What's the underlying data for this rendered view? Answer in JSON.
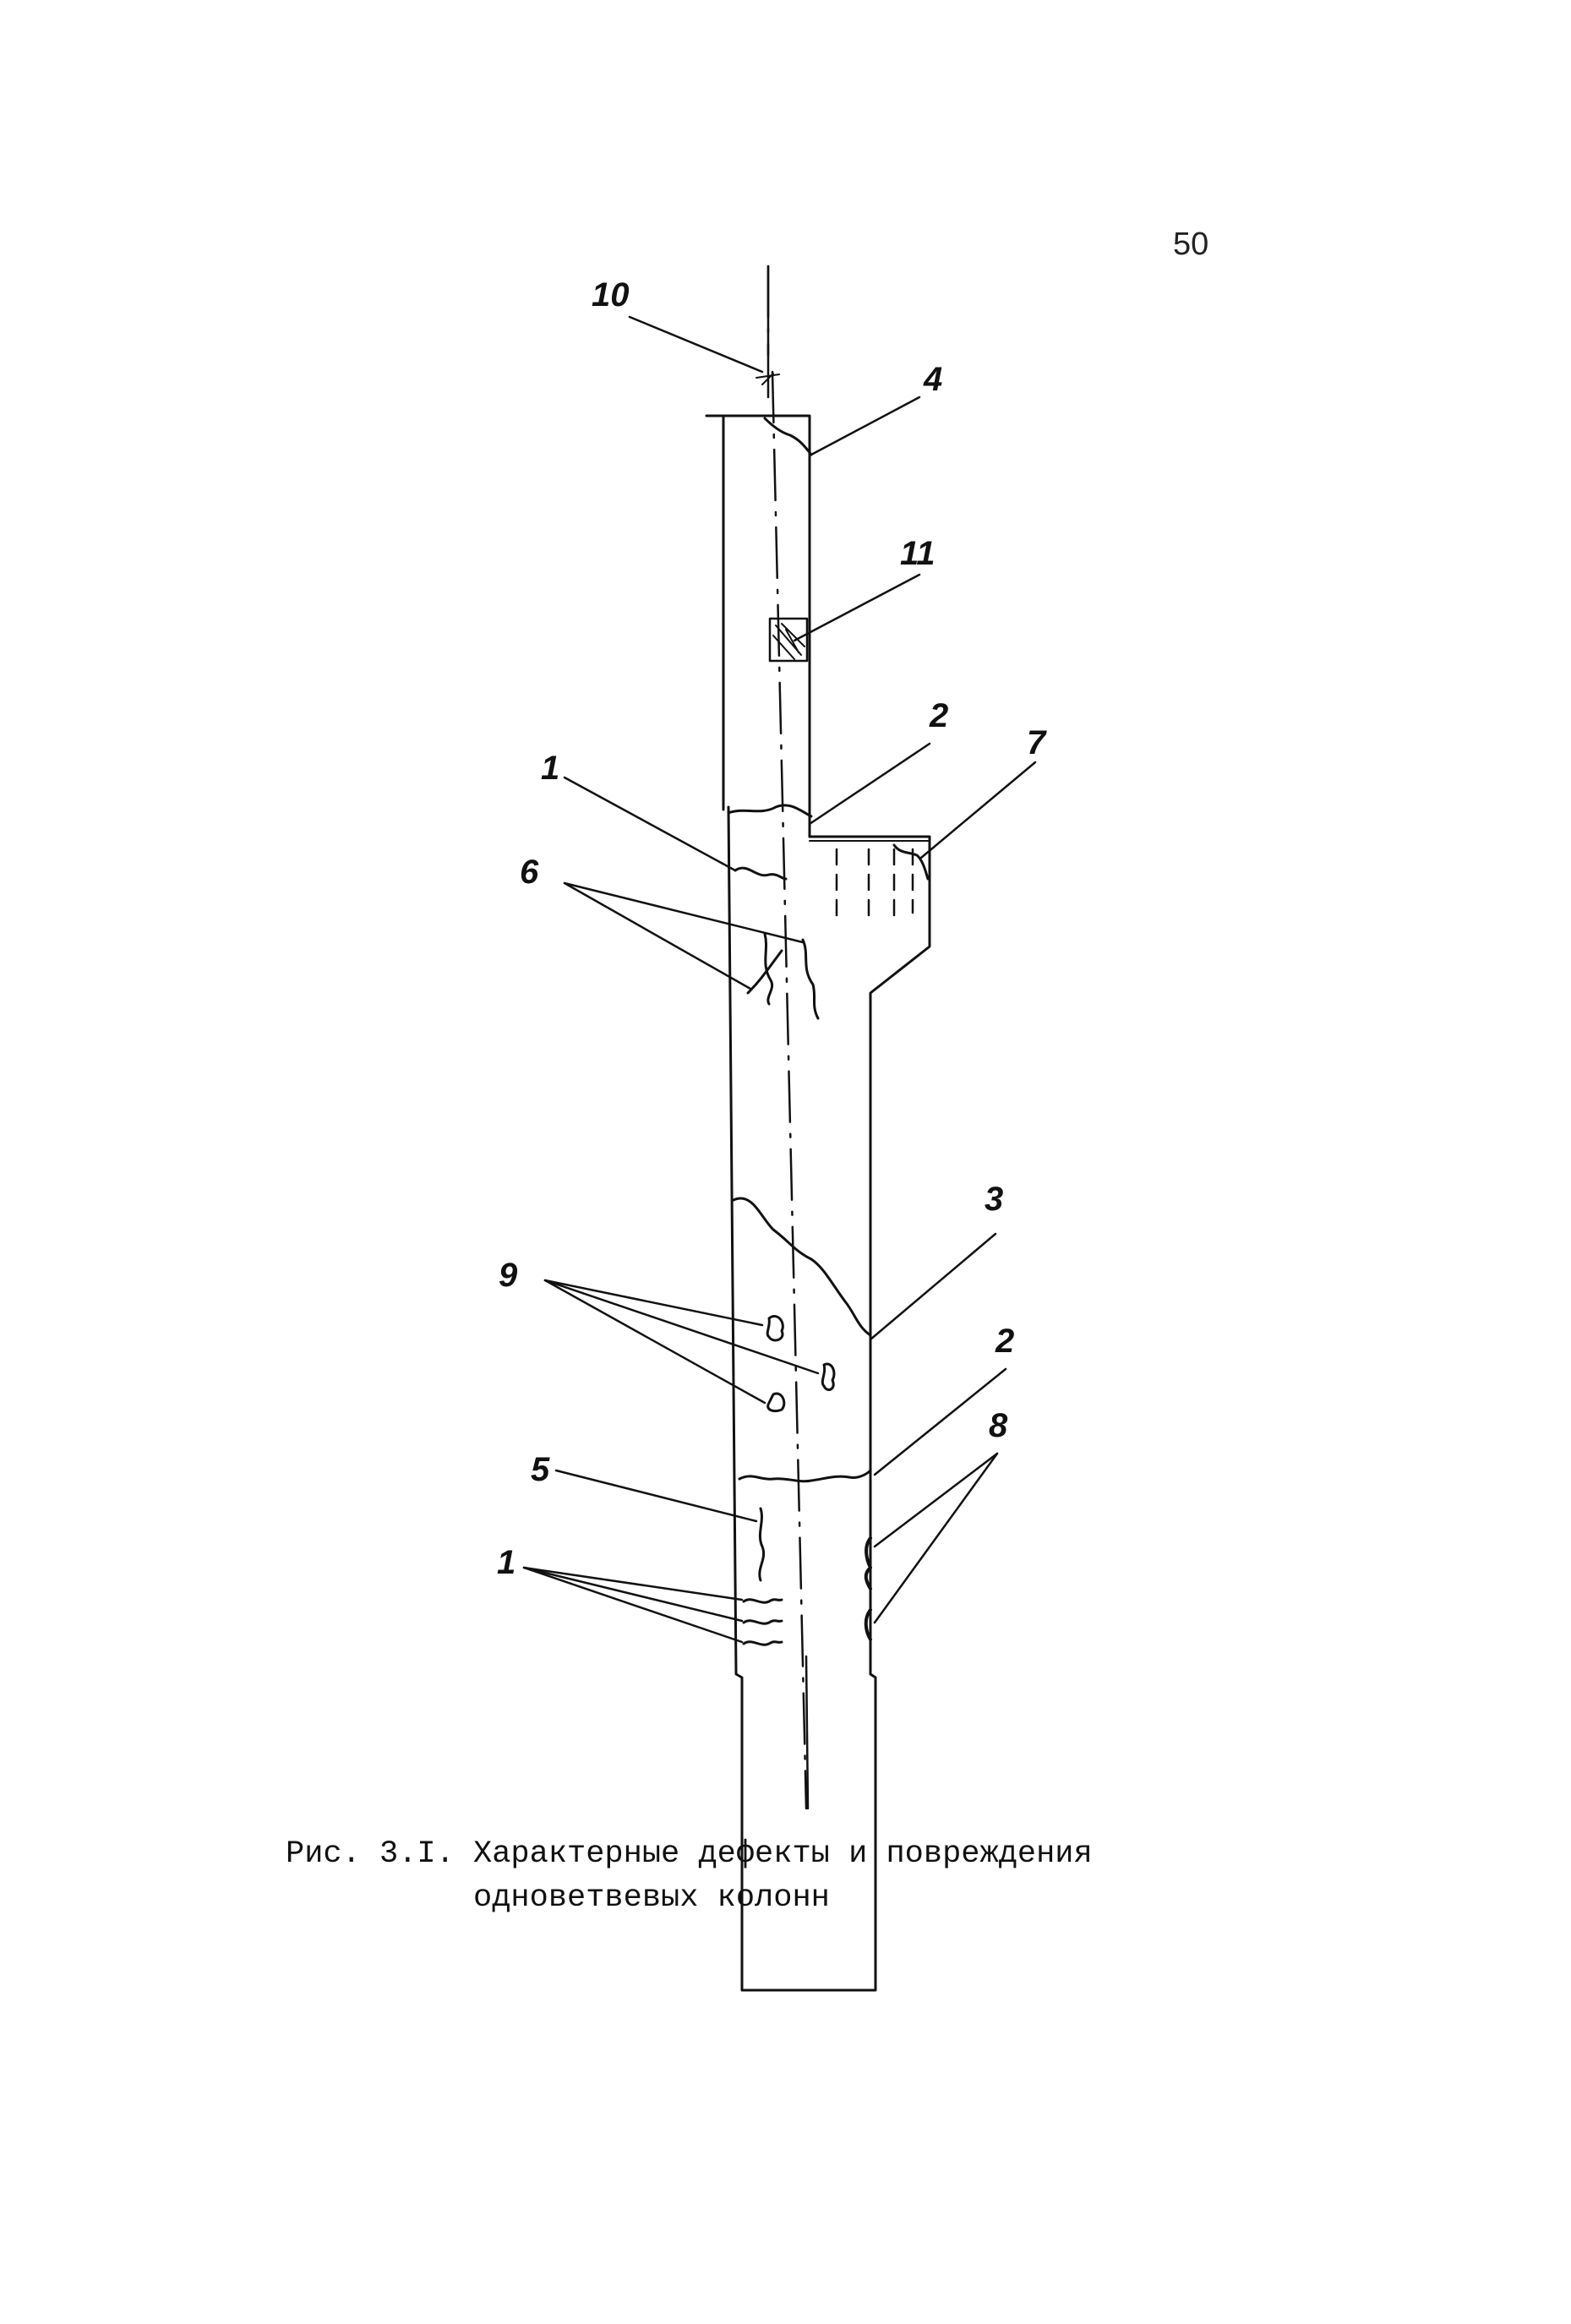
{
  "page_number": "50",
  "labels": {
    "l10": "10",
    "l4": "4",
    "l11": "11",
    "l2a": "2",
    "l7": "7",
    "l1a": "1",
    "l6": "6",
    "l3": "3",
    "l9": "9",
    "l2b": "2",
    "l8": "8",
    "l5": "5",
    "l1b": "1"
  },
  "caption": {
    "prefix": "Рис. 3.I.",
    "line1": "Характерные дефекты и повреждения",
    "line2": "одноветвевых колонн"
  },
  "colors": {
    "ink": "#111111",
    "background": "#ffffff"
  }
}
